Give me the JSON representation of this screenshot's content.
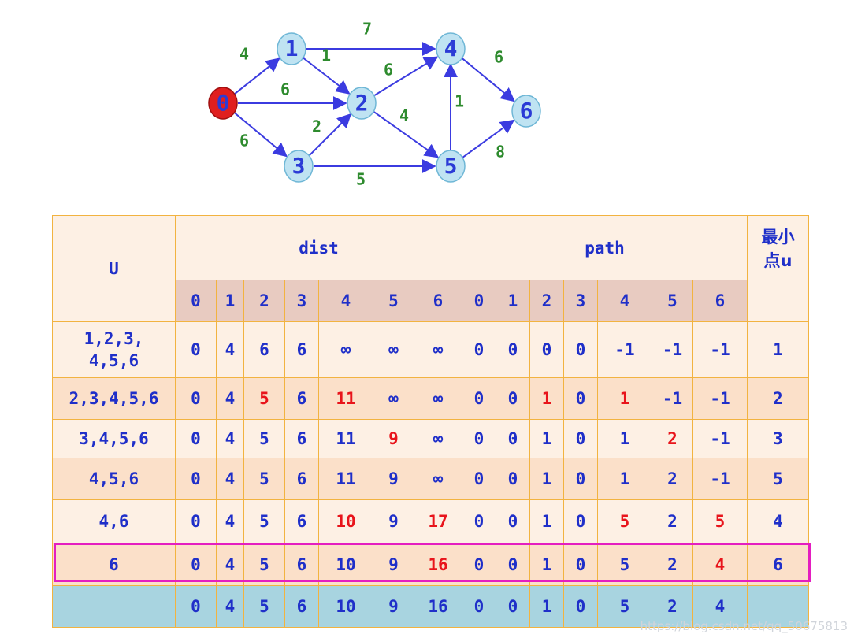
{
  "graph": {
    "nodes": [
      {
        "id": "n0",
        "label": "0",
        "root": true
      },
      {
        "id": "n1",
        "label": "1"
      },
      {
        "id": "n2",
        "label": "2"
      },
      {
        "id": "n3",
        "label": "3"
      },
      {
        "id": "n4",
        "label": "4"
      },
      {
        "id": "n5",
        "label": "5"
      },
      {
        "id": "n6",
        "label": "6"
      }
    ],
    "edges": [
      {
        "from": "n0",
        "to": "n1",
        "weight": "4"
      },
      {
        "from": "n0",
        "to": "n2",
        "weight": "6"
      },
      {
        "from": "n0",
        "to": "n3",
        "weight": "6"
      },
      {
        "from": "n1",
        "to": "n4",
        "weight": "7"
      },
      {
        "from": "n1",
        "to": "n2",
        "weight": "1"
      },
      {
        "from": "n3",
        "to": "n2",
        "weight": "2"
      },
      {
        "from": "n3",
        "to": "n5",
        "weight": "5"
      },
      {
        "from": "n2",
        "to": "n4",
        "weight": "6"
      },
      {
        "from": "n2",
        "to": "n5",
        "weight": "4"
      },
      {
        "from": "n5",
        "to": "n4",
        "weight": "1"
      },
      {
        "from": "n4",
        "to": "n6",
        "weight": "6"
      },
      {
        "from": "n5",
        "to": "n6",
        "weight": "8"
      }
    ],
    "colors": {
      "node_fill": "#bfe3f2",
      "node_stroke": "#6fb7d6",
      "root_fill": "#e01f1f",
      "edge": "#3b3be0",
      "weight": "#2e8b2e",
      "label": "#2b3bd6"
    }
  },
  "table": {
    "header": {
      "u": "U",
      "dist": "dist",
      "path": "path",
      "min_u_line1": "最小",
      "min_u_line2": "点u"
    },
    "indices": [
      "0",
      "1",
      "2",
      "3",
      "4",
      "5",
      "6"
    ],
    "rows": [
      {
        "u": [
          "1,2,3,",
          "4,5,6"
        ],
        "dist": [
          "0",
          "4",
          "6",
          "6",
          "∞",
          "∞",
          "∞"
        ],
        "path": [
          "0",
          "0",
          "0",
          "0",
          "-1",
          "-1",
          "-1"
        ],
        "min": "1",
        "red_dist": [],
        "red_path": [],
        "style": "light"
      },
      {
        "u": [
          "2,3,4,5,6"
        ],
        "dist": [
          "0",
          "4",
          "5",
          "6",
          "11",
          "∞",
          "∞"
        ],
        "path": [
          "0",
          "0",
          "1",
          "0",
          "1",
          "-1",
          "-1"
        ],
        "min": "2",
        "red_dist": [
          2,
          4
        ],
        "red_path": [
          2,
          4
        ],
        "style": "dark"
      },
      {
        "u": [
          "3,4,5,6"
        ],
        "dist": [
          "0",
          "4",
          "5",
          "6",
          "11",
          "9",
          "∞"
        ],
        "path": [
          "0",
          "0",
          "1",
          "0",
          "1",
          "2",
          "-1"
        ],
        "min": "3",
        "red_dist": [
          5
        ],
        "red_path": [
          5
        ],
        "style": "light"
      },
      {
        "u": [
          "4,5,6"
        ],
        "dist": [
          "0",
          "4",
          "5",
          "6",
          "11",
          "9",
          "∞"
        ],
        "path": [
          "0",
          "0",
          "1",
          "0",
          "1",
          "2",
          "-1"
        ],
        "min": "5",
        "red_dist": [],
        "red_path": [],
        "style": "dark"
      },
      {
        "u": [
          "4,6"
        ],
        "dist": [
          "0",
          "4",
          "5",
          "6",
          "10",
          "9",
          "17"
        ],
        "path": [
          "0",
          "0",
          "1",
          "0",
          "5",
          "2",
          "5"
        ],
        "min": "4",
        "red_dist": [
          4,
          6
        ],
        "red_path": [
          4,
          6
        ],
        "style": "light"
      },
      {
        "u": [
          "6"
        ],
        "dist": [
          "0",
          "4",
          "5",
          "6",
          "10",
          "9",
          "16"
        ],
        "path": [
          "0",
          "0",
          "1",
          "0",
          "5",
          "2",
          "4"
        ],
        "min": "6",
        "red_dist": [
          6
        ],
        "red_path": [
          6
        ],
        "style": "dark"
      },
      {
        "u": [
          ""
        ],
        "dist": [
          "0",
          "4",
          "5",
          "6",
          "10",
          "9",
          "16"
        ],
        "path": [
          "0",
          "0",
          "1",
          "0",
          "5",
          "2",
          "4"
        ],
        "min": "",
        "red_dist": [],
        "red_path": [],
        "style": "last"
      }
    ],
    "colors": {
      "border": "#f2b340",
      "light": "#fdf0e4",
      "dark": "#fbe0c9",
      "index_row": "#e8cbc1",
      "last_row": "#a8d4e0",
      "text": "#1f2fc9",
      "red": "#e8141b",
      "highlight": "#e41ec0"
    }
  },
  "watermark": "https://blog.csdn.net/qq_50675813"
}
